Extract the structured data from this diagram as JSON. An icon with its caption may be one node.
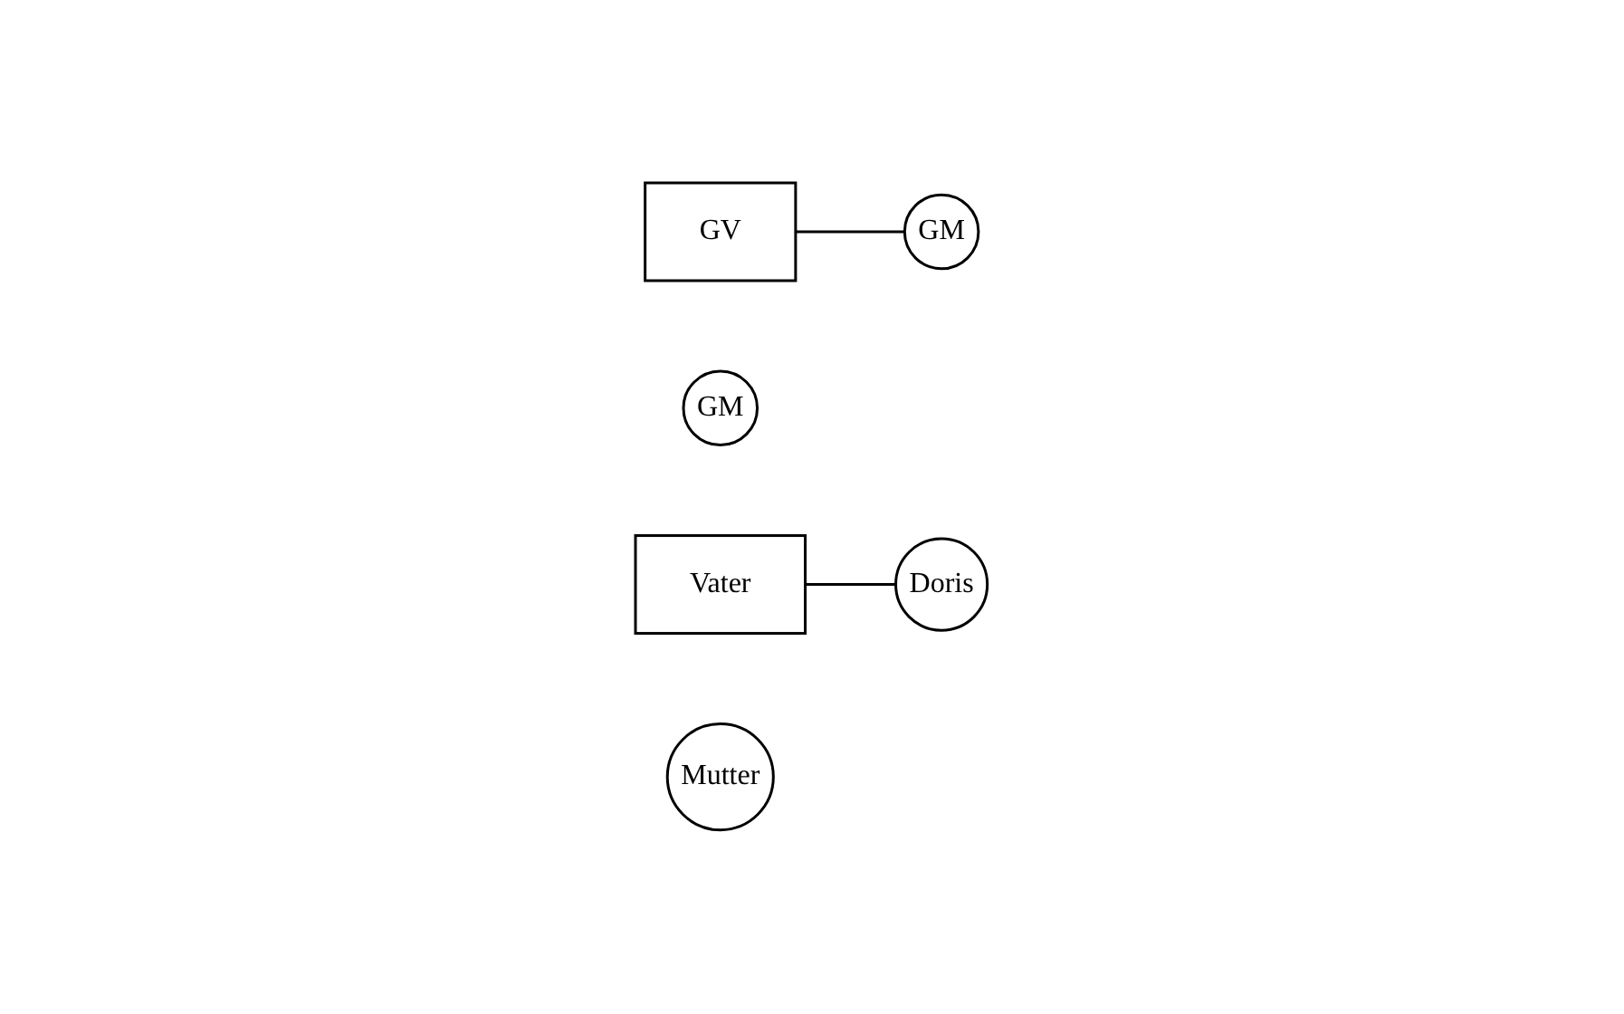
{
  "diagram": {
    "nodes": [
      {
        "text": [
          "GV"
        ]
      },
      {
        "text": [
          "GM"
        ]
      },
      {
        "text": [
          "GM"
        ]
      },
      {
        "text": [
          "Vater"
        ]
      },
      {
        "text": [
          "Doris"
        ]
      },
      {
        "text": [
          "Mutter"
        ]
      }
    ],
    "edges": [
      {
        "from": 0,
        "to": 1,
        "arrow": "none"
      },
      {
        "from": 3,
        "to": 4,
        "arrow": "none"
      }
    ]
  }
}
